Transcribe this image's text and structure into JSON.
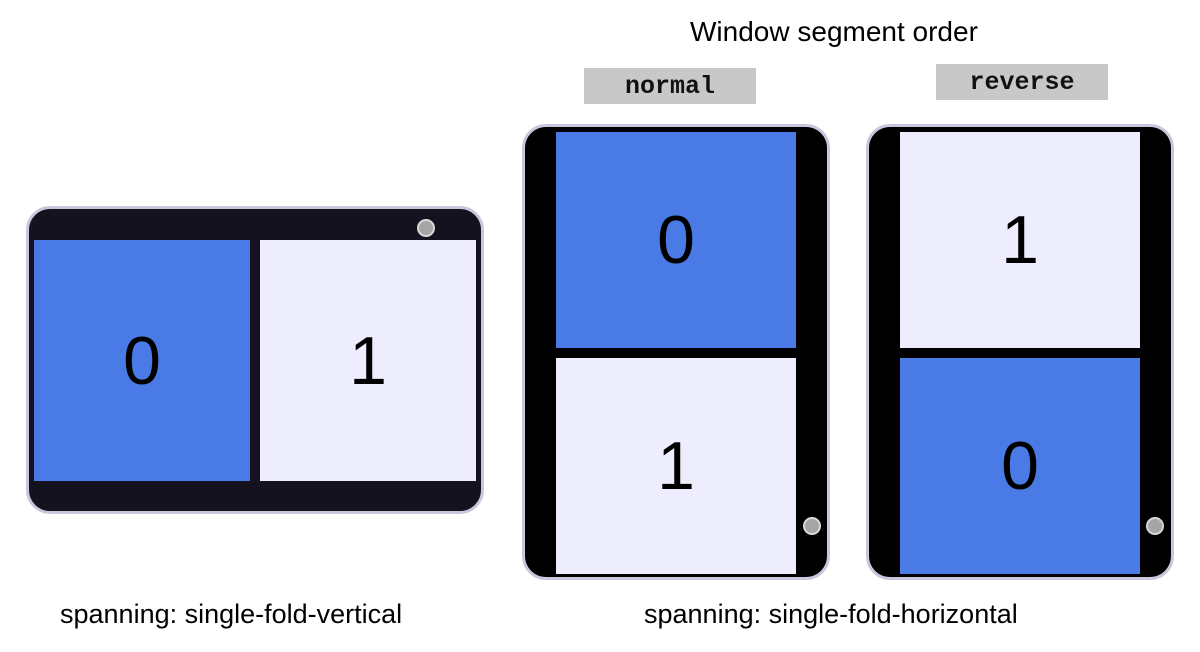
{
  "title": "Window segment order",
  "orders": {
    "normal_label": "normal",
    "reverse_label": "reverse"
  },
  "landscape_device": {
    "segments": [
      "0",
      "1"
    ],
    "caption": "spanning: single-fold-vertical"
  },
  "portrait_normal": {
    "segments_top_to_bottom": [
      "0",
      "1"
    ]
  },
  "portrait_reverse": {
    "segments_top_to_bottom": [
      "1",
      "0"
    ]
  },
  "portrait_caption": "spanning: single-fold-horizontal",
  "colors": {
    "segment_blue": "#4a7ae6",
    "segment_light": "#ededfd",
    "device_frame": "#14121f",
    "device_border": "#c9c6dd",
    "chip_bg": "#c8c8c8"
  }
}
